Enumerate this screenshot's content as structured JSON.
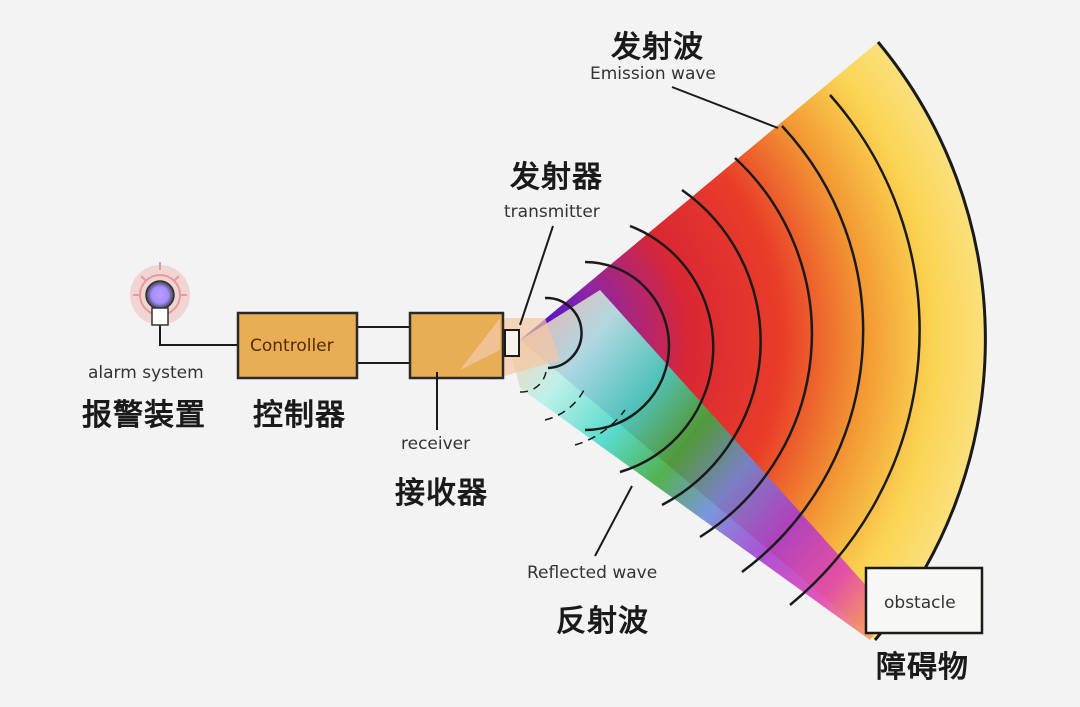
{
  "emission_wave": {
    "zh": "发射波",
    "en": "Emission wave"
  },
  "transmitter": {
    "zh": "发射器",
    "en": "transmitter"
  },
  "alarm_system": {
    "zh": "报警装置",
    "en": "alarm system"
  },
  "controller": {
    "zh": "控制器",
    "box_label": "Controller"
  },
  "receiver": {
    "zh": "接收器",
    "en": "receiver"
  },
  "reflected_wave": {
    "zh": "反射波",
    "en": "Reflected wave"
  },
  "obstacle": {
    "zh": "障碍物",
    "box_label": "obstacle"
  },
  "colors": {
    "box_fill": "#e7ae55",
    "box_stroke": "#2a2a2a",
    "line": "#1a1a1a",
    "fan_inner": "#3a00c8",
    "fan_mid": "#e11d1d",
    "fan_outer": "#ffd84a"
  }
}
